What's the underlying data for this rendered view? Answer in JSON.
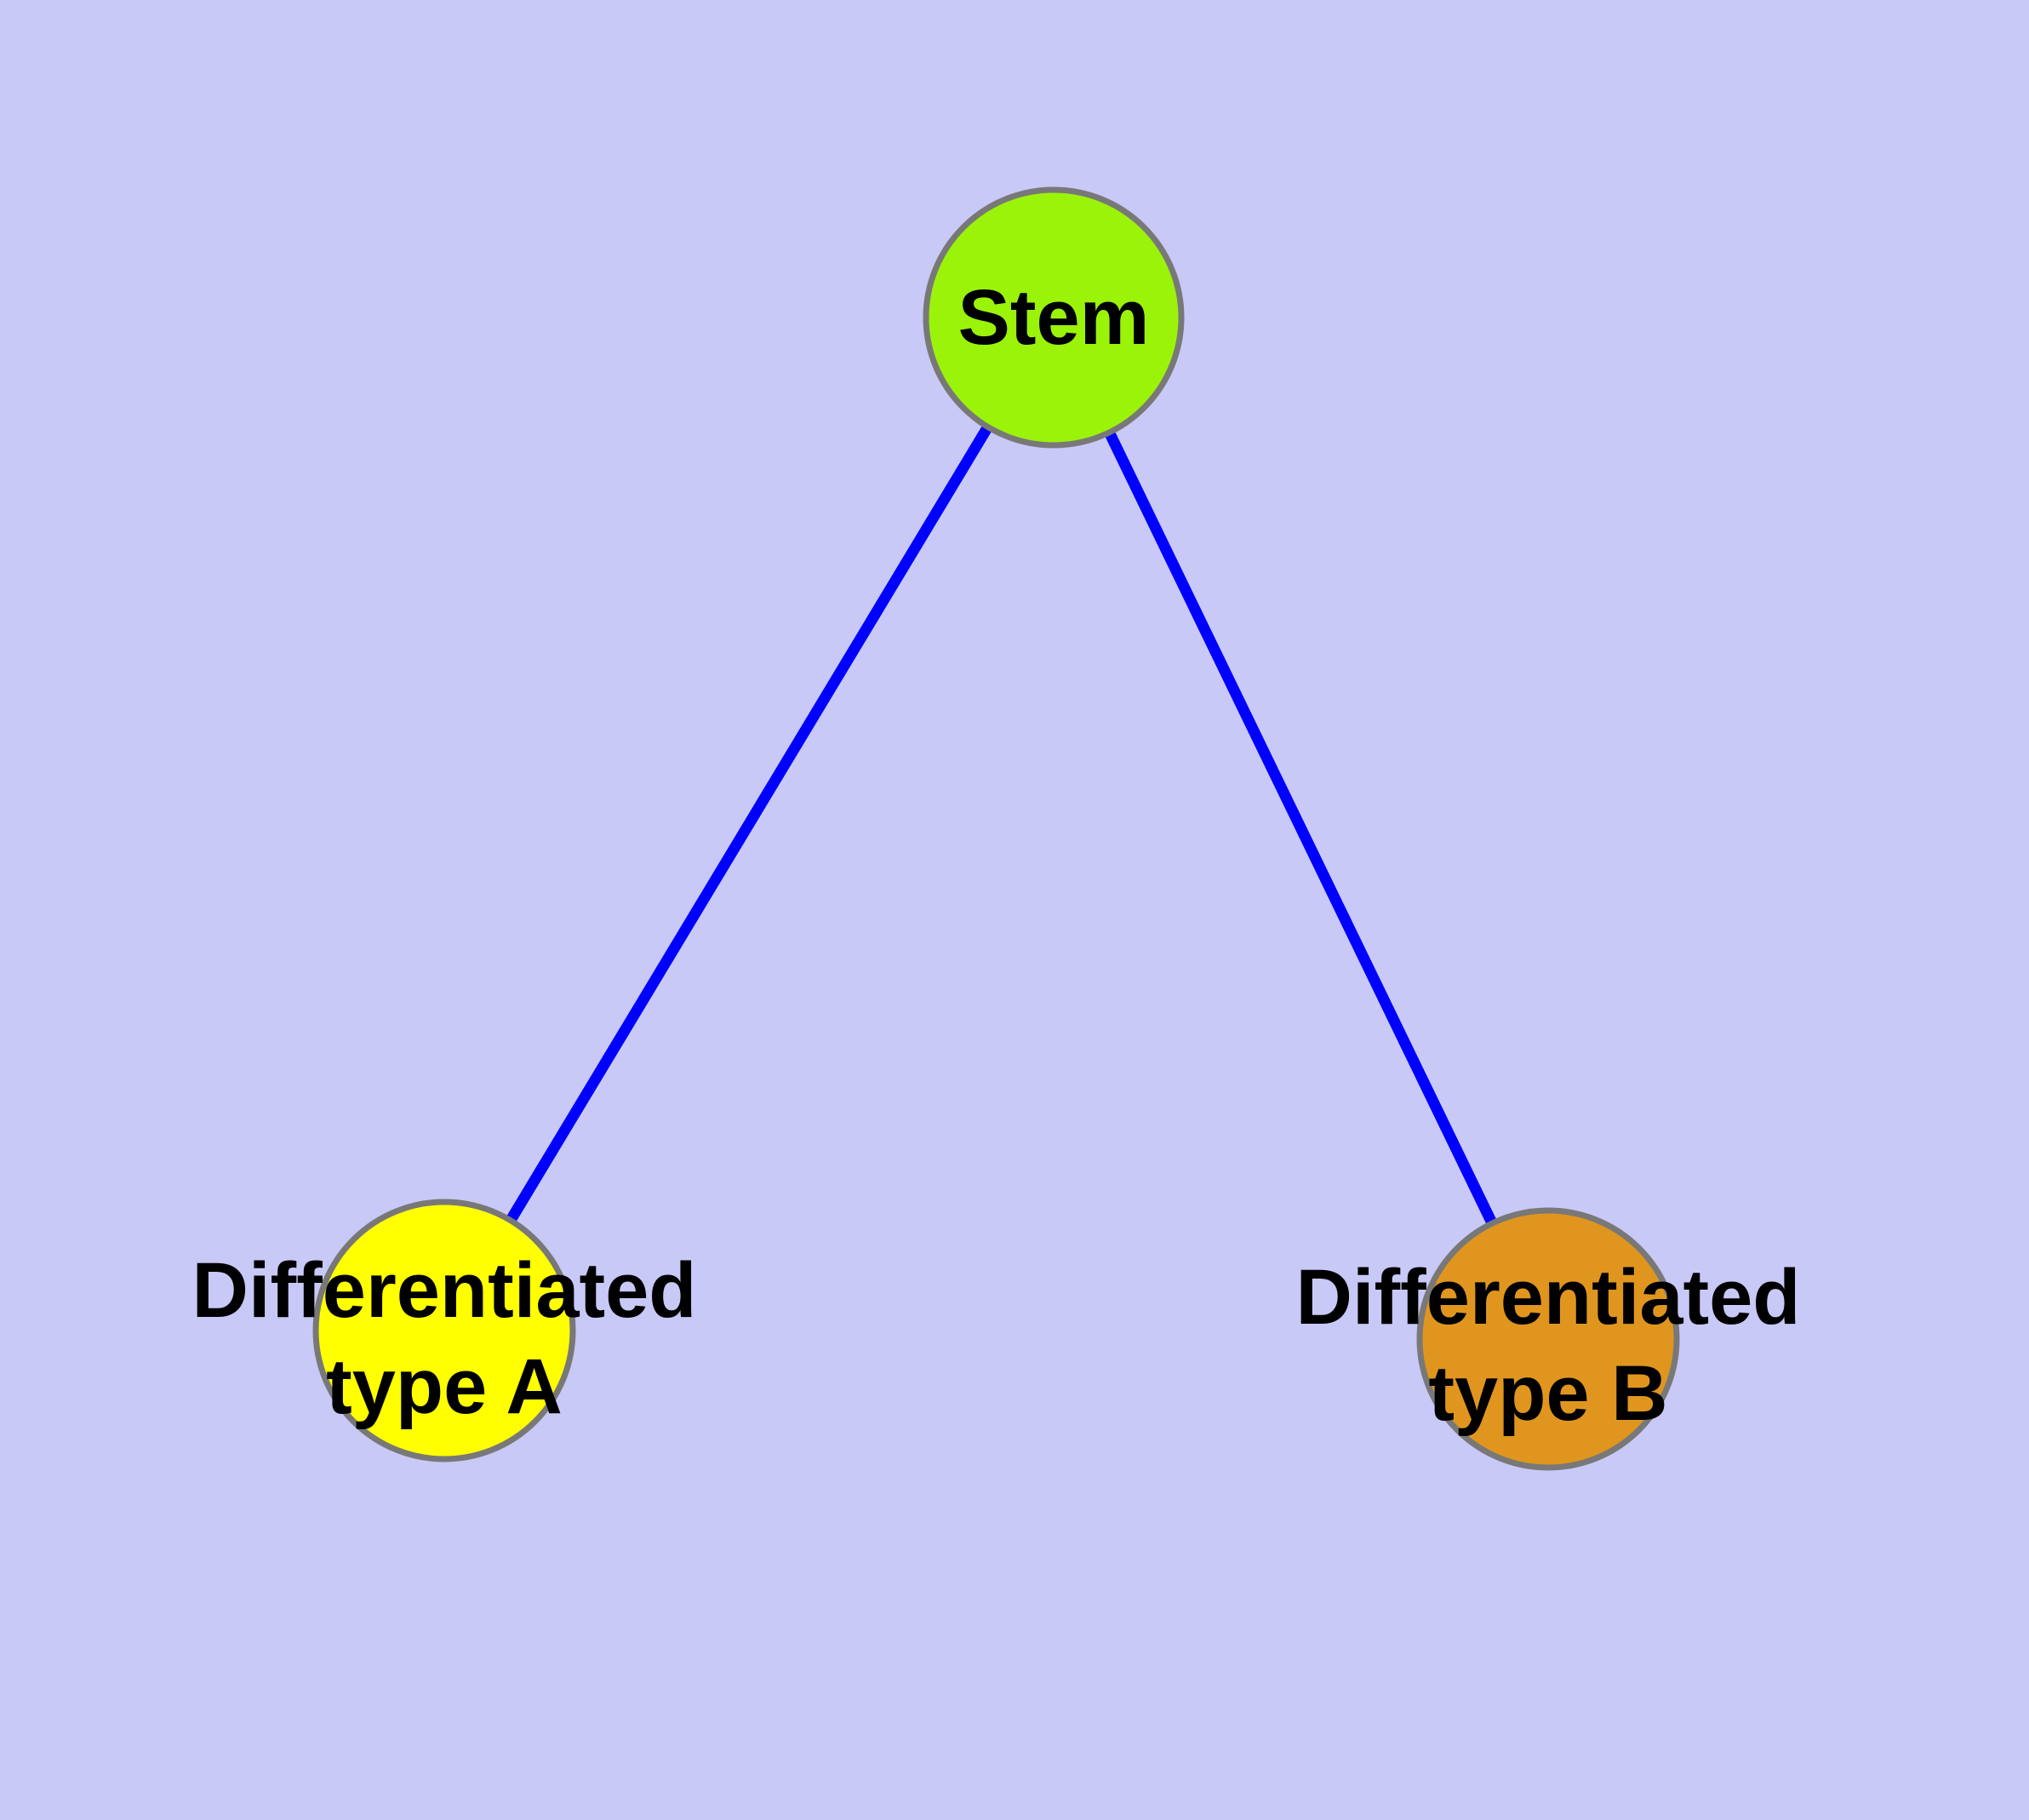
{
  "background_color": "#C9C9F7",
  "graph": {
    "type": "node-link-diagram",
    "edge_color": "#0000FF",
    "node_border_color": "#787878",
    "label_color": "#000000",
    "nodes": [
      {
        "id": "stem",
        "label": "Stem",
        "label_lines": [
          "Stem"
        ],
        "color": "#9BF30A"
      },
      {
        "id": "differentiated-type-a",
        "label": "Differentiated type A",
        "label_lines": [
          "Differentiated",
          "type A"
        ],
        "color": "#FFFF00"
      },
      {
        "id": "differentiated-type-b",
        "label": "Differentiated type B",
        "label_lines": [
          "Differentiated",
          "type B"
        ],
        "color": "#E0961E"
      }
    ],
    "edges": [
      {
        "from": "stem",
        "to": "differentiated-type-a"
      },
      {
        "from": "stem",
        "to": "differentiated-type-b"
      }
    ]
  }
}
